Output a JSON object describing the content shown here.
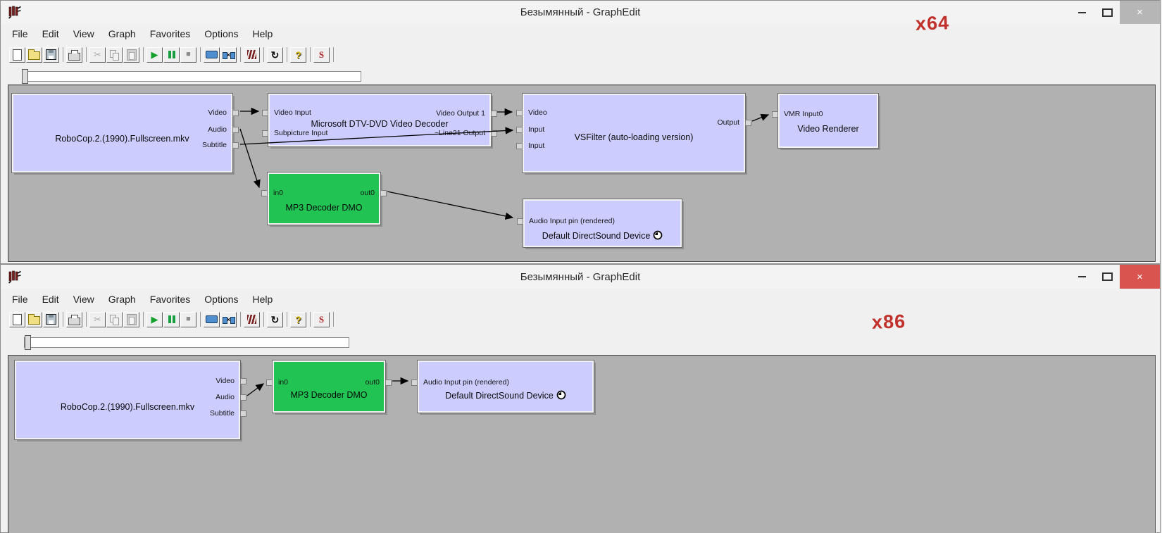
{
  "app": {
    "title": "Безымянный - GraphEdit"
  },
  "menu": [
    "File",
    "Edit",
    "View",
    "Graph",
    "Favorites",
    "Options",
    "Help"
  ],
  "glyphs": {
    "play": "▶",
    "stop": "■",
    "cut": "✂",
    "refresh": "↻",
    "help": "?",
    "stats": "S",
    "connect": "×",
    "close": "×"
  },
  "annotations": {
    "top_window": "x64",
    "bottom_window": "x86"
  },
  "colors": {
    "filter_fill": "#ccccff",
    "dmo_fill": "#21c452",
    "annotation_red": "#c0312b",
    "close_active": "#d9534f",
    "close_inactive": "#b6b6b6",
    "graph_background": "#b1b1b1"
  },
  "windows": {
    "x64": {
      "filters": {
        "source": {
          "name": "RoboCop.2.(1990).Fullscreen.mkv",
          "pins": {
            "video": "Video",
            "audio": "Audio",
            "subtitle": "Subtitle"
          }
        },
        "decoder": {
          "name": "Microsoft DTV-DVD Video Decoder",
          "pins": {
            "video_in": "Video Input",
            "subpicture_in": "Subpicture Input",
            "video_out": "Video Output 1",
            "line21_out": "~Line21 Output"
          }
        },
        "mp3": {
          "name": "MP3 Decoder DMO",
          "pins": {
            "in": "in0",
            "out": "out0"
          }
        },
        "vsfilter": {
          "name": "VSFilter (auto-loading version)",
          "pins": {
            "video": "Video",
            "input1": "Input",
            "input2": "Input",
            "output": "Output"
          }
        },
        "renderer": {
          "name": "Video Renderer",
          "pins": {
            "in": "VMR Input0"
          }
        },
        "dsound": {
          "name": "Default DirectSound Device",
          "pins": {
            "in": "Audio Input pin (rendered)"
          }
        }
      }
    },
    "x86": {
      "filters": {
        "source": {
          "name": "RoboCop.2.(1990).Fullscreen.mkv",
          "pins": {
            "video": "Video",
            "audio": "Audio",
            "subtitle": "Subtitle"
          }
        },
        "mp3": {
          "name": "MP3 Decoder DMO",
          "pins": {
            "in": "in0",
            "out": "out0"
          }
        },
        "dsound": {
          "name": "Default DirectSound Device",
          "pins": {
            "in": "Audio Input pin (rendered)"
          }
        }
      }
    }
  }
}
